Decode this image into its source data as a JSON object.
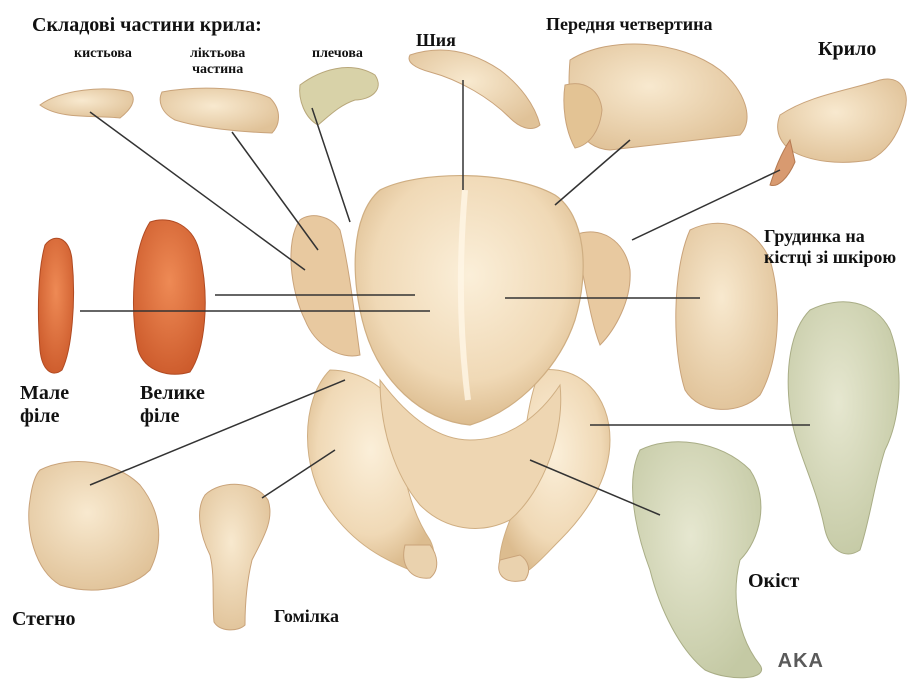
{
  "title": "Складові частини крила:",
  "wing_parts": {
    "carpal": "кистьова",
    "elbow_line1": "ліктьова",
    "elbow_line2": "частина",
    "shoulder": "плечова"
  },
  "labels": {
    "neck": "Шия",
    "front_quarter": "Передня четвертина",
    "wing": "Крило",
    "breast_line1": "Грудинка на",
    "breast_line2": "кістці зі шкірою",
    "small_fillet_line1": "Мале",
    "small_fillet_line2": "філе",
    "big_fillet_line1": "Велике",
    "big_fillet_line2": "філе",
    "thigh": "Стегно",
    "drumstick": "Гомілка",
    "leg": "Окіст"
  },
  "watermark": "AKA",
  "colors": {
    "meat_pale": "#f3dfc0",
    "meat_shade": "#d9b98e",
    "fillet": "#e4703a",
    "fillet_dark": "#c4532a",
    "leg_green": "#d7dcc0",
    "leader_line": "#333333"
  }
}
